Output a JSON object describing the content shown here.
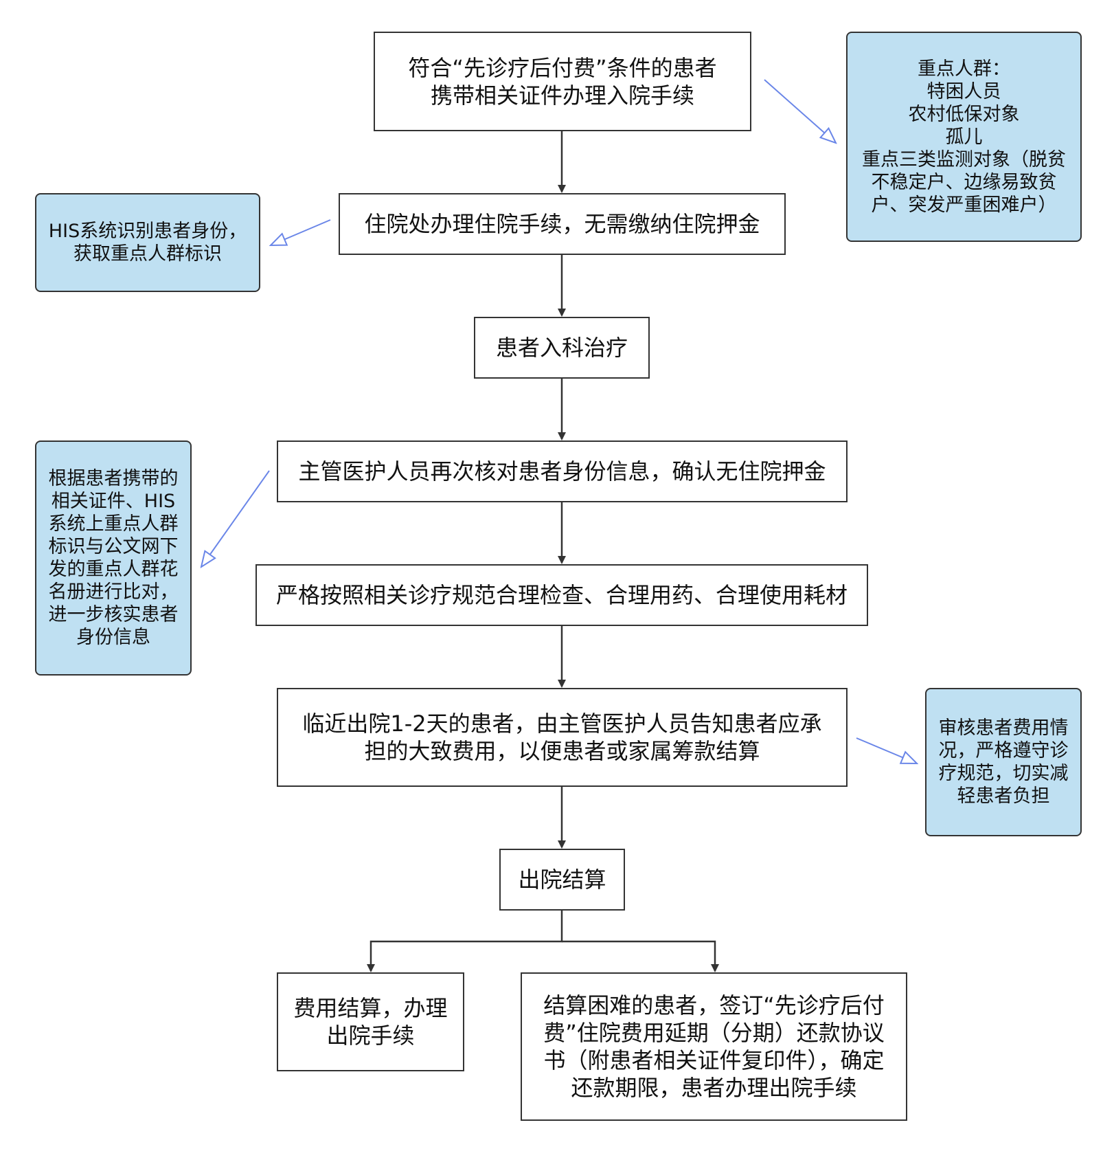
{
  "nodes": {
    "step1": "符合“先诊疗后付费”条件的患者\n携带相关证件办理入院手续",
    "step2": "住院处办理住院手续，无需缴纳住院押金",
    "step3": "患者入科治疗",
    "step4": "主管医护人员再次核对患者身份信息，确认无住院押金",
    "step5": "严格按照相关诊疗规范合理检查、合理用药、合理使用耗材",
    "step6": "临近出院1-2天的患者，由主管医护人员告知患者应承\n担的大致费用，以便患者或家属筹款结算",
    "step7": "出院结算",
    "step8a": "费用结算，办理\n出院手续",
    "step8b": "结算困难的患者，签订“先诊疗后付\n费”住院费用延期（分期）还款协议\n书（附患者相关证件复印件），确定\n还款期限，患者办理出院手续"
  },
  "notes": {
    "key_groups": "重点人群：\n特困人员\n农村低保对象\n孤儿\n重点三类监测对象（脱贫\n不稳定户、边缘易致贫\n户、突发严重困难户）",
    "his_identify": "HIS系统识别患者身份，\n获取重点人群标识",
    "verify_identity": "根据患者携带的\n相关证件、HIS\n系统上重点人群\n标识与公文网下\n发的重点人群花\n名册进行比对，\n进一步核实患者\n身份信息",
    "audit_costs": "审核患者费用情\n况，严格遵守诊\n疗规范，切实减\n轻患者负担"
  },
  "colors": {
    "note_fill": "#bfe0f2",
    "border": "#333333",
    "flow_arrow": "#333333",
    "note_arrow": "#6a86e8"
  }
}
